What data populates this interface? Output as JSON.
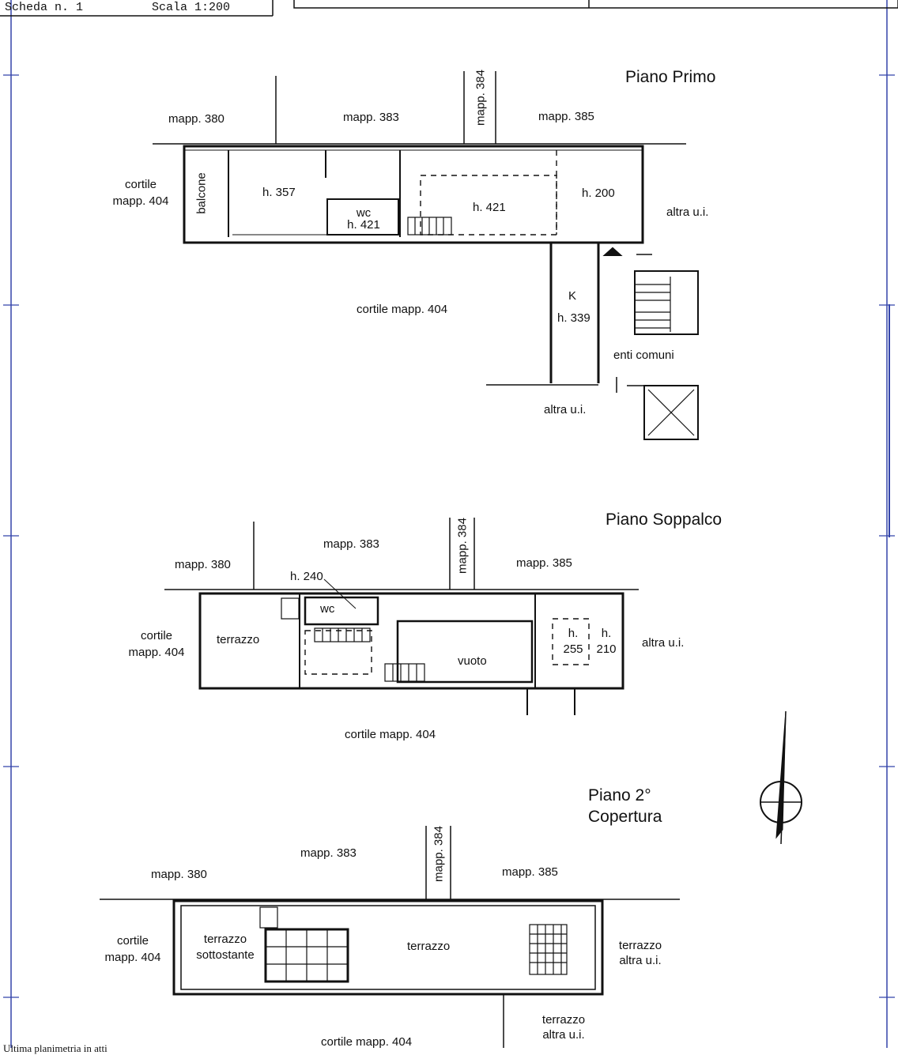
{
  "header": {
    "scheda": "Scheda n. 1",
    "scala": "Scala 1:200"
  },
  "footer": {
    "note": "Ultima planimetria in atti"
  },
  "piano_primo": {
    "title": "Piano Primo",
    "mapp_380": "mapp. 380",
    "mapp_383": "mapp. 383",
    "mapp_384": "mapp. 384",
    "mapp_385": "mapp. 385",
    "cortile_left_1": "cortile",
    "cortile_left_2": "mapp. 404",
    "balcone": "balcone",
    "h357": "h. 357",
    "wc": "wc",
    "wc_h": "h. 421",
    "h421": "h. 421",
    "h200": "h. 200",
    "altra_ui_right": "altra u.i.",
    "cortile_center": "cortile mapp. 404",
    "k": "K",
    "h339": "h. 339",
    "enti_comuni": "enti comuni",
    "altra_ui_bottom": "altra u.i."
  },
  "piano_soppalco": {
    "title": "Piano Soppalco",
    "mapp_380": "mapp. 380",
    "mapp_383": "mapp. 383",
    "mapp_384": "mapp. 384",
    "mapp_385": "mapp. 385",
    "cortile_left_1": "cortile",
    "cortile_left_2": "mapp. 404",
    "h240": "h. 240",
    "wc": "wc",
    "terrazzo": "terrazzo",
    "vuoto": "vuoto",
    "h_a": "h.",
    "h_a_val": "255",
    "h_b": "h.",
    "h_b_val": "210",
    "altra_ui": "altra u.i.",
    "cortile_bottom": "cortile mapp. 404"
  },
  "piano_secondo": {
    "title_1": "Piano 2°",
    "title_2": "Copertura",
    "mapp_380": "mapp. 380",
    "mapp_383": "mapp. 383",
    "mapp_384": "mapp. 384",
    "mapp_385": "mapp. 385",
    "cortile_left_1": "cortile",
    "cortile_left_2": "mapp. 404",
    "terrazzo_sott_1": "terrazzo",
    "terrazzo_sott_2": "sottostante",
    "terrazzo": "terrazzo",
    "terrazzo_right_1": "terrazzo",
    "terrazzo_right_2": "altra u.i.",
    "terrazzo_bottom_1": "terrazzo",
    "terrazzo_bottom_2": "altra u.i.",
    "cortile_bottom": "cortile mapp. 404"
  }
}
